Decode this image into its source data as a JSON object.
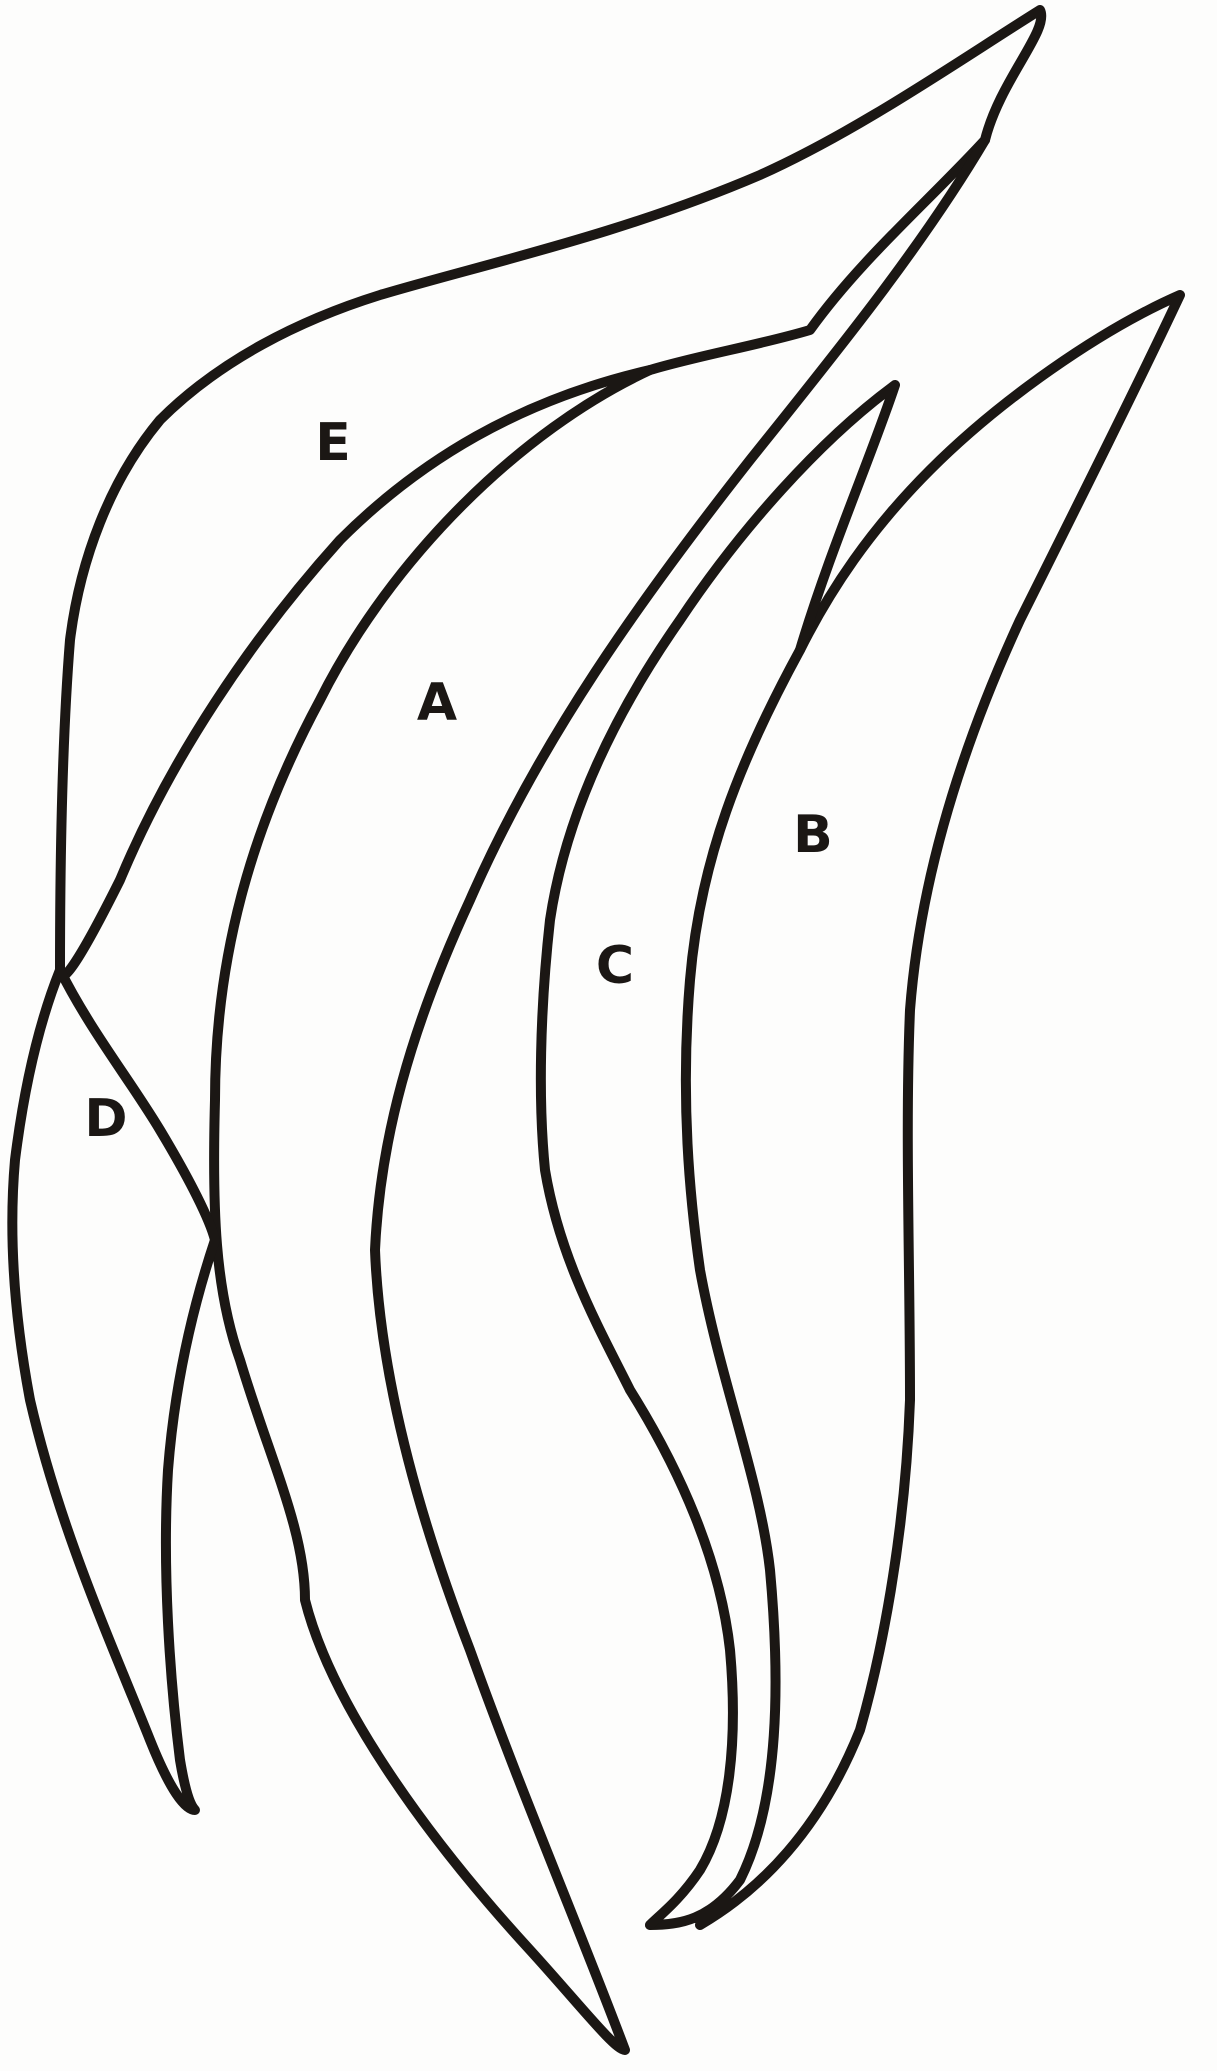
{
  "pieces": [
    {
      "id": "piece-e",
      "label": "E"
    },
    {
      "id": "piece-a",
      "label": "A"
    },
    {
      "id": "piece-b",
      "label": "B"
    },
    {
      "id": "piece-c",
      "label": "C"
    },
    {
      "id": "piece-d",
      "label": "D"
    }
  ],
  "colors": {
    "ink": "#1b1714",
    "paper": "#fdfdfc"
  }
}
